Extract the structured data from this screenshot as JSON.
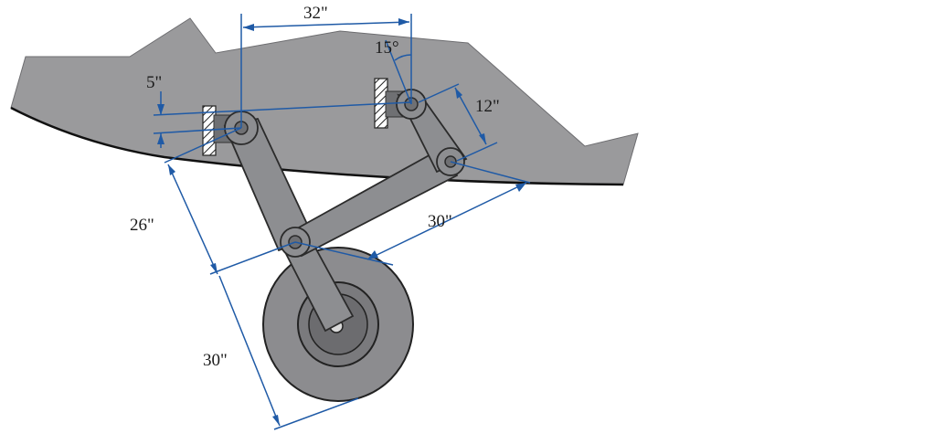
{
  "diagram": {
    "labels": {
      "top_spacing": "32\"",
      "angle": "15°",
      "left_offset": "5\"",
      "short_link": "12\"",
      "upper_leg": "26\"",
      "lower_leg": "30\"",
      "long_link": "30\""
    },
    "colors": {
      "fuselage": "#9a9a9c",
      "link": "#8d8e91",
      "link_stroke": "#2b2b2b",
      "dimension_line": "#1f5aa6",
      "text": "#1a1a1a"
    }
  }
}
